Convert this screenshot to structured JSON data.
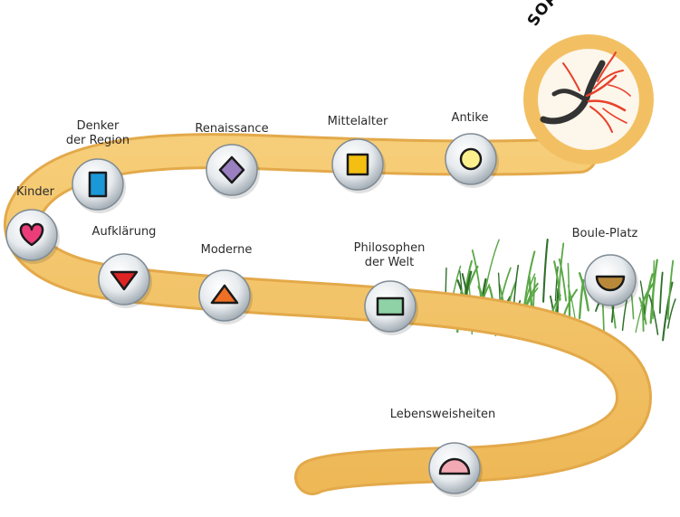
{
  "brand": {
    "name": "SOPHI PARK"
  },
  "stations": [
    {
      "id": "antike",
      "lines": [
        "Antike"
      ],
      "symbol": "circle",
      "color": "#fbef8e"
    },
    {
      "id": "mittelalter",
      "lines": [
        "Mittelalter"
      ],
      "symbol": "square",
      "color": "#f4bf10"
    },
    {
      "id": "renaissance",
      "lines": [
        "Renaissance"
      ],
      "symbol": "diamond",
      "color": "#9a7fc0"
    },
    {
      "id": "denker",
      "lines": [
        "Denker",
        "der Region"
      ],
      "symbol": "tall-rect",
      "color": "#1b98d8"
    },
    {
      "id": "kinder",
      "lines": [
        "Kinder"
      ],
      "symbol": "heart",
      "color": "#ec3d7a"
    },
    {
      "id": "aufklaerung",
      "lines": [
        "Aufklärung"
      ],
      "symbol": "down-triangle",
      "color": "#e02424"
    },
    {
      "id": "moderne",
      "lines": [
        "Moderne"
      ],
      "symbol": "up-triangle",
      "color": "#ef6f25"
    },
    {
      "id": "philosophen",
      "lines": [
        "Philosophen",
        "der Welt"
      ],
      "symbol": "wide-rect",
      "color": "#8fd2a6"
    },
    {
      "id": "boule",
      "lines": [
        "Boule-Platz"
      ],
      "symbol": "half-down",
      "color": "#b9893a"
    },
    {
      "id": "lebensweisheiten",
      "lines": [
        "Lebensweisheiten"
      ],
      "symbol": "half-up",
      "color": "#f3a9b4"
    }
  ],
  "colors": {
    "path": "#f2c063",
    "path_edge": "#e3a94a",
    "grass": "#4c9a3a",
    "button_rim": "#8f9aa3"
  }
}
